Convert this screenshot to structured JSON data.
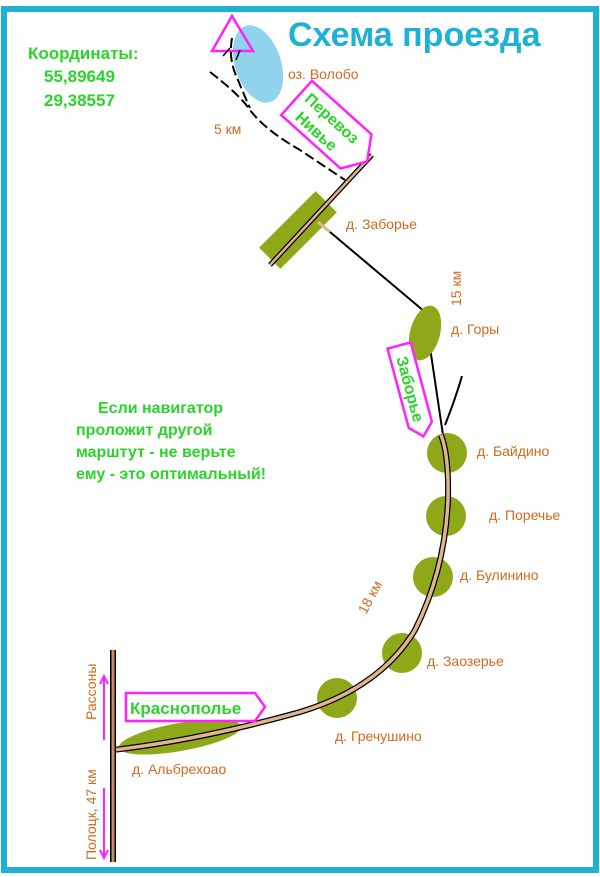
{
  "title": "Схема проезда",
  "coordinates": {
    "label": "Координаты:",
    "lat": "55,89649",
    "lon": "29,38557"
  },
  "places": {
    "lake": "оз. Волобо",
    "zaborye": "д. Заборье",
    "gory": "д. Горы",
    "baidino": "д. Байдино",
    "porechye": "д. Поречье",
    "bulinino": "д. Булинино",
    "zaozerye": "д. Заозерье",
    "grechushino": "д. Гречушино",
    "albrekhoao": "д. Альбрехоао"
  },
  "distances": {
    "d5": "5 км",
    "d15": "15 км",
    "d18": "18 км"
  },
  "signs": {
    "perevoz_line1": "Перевоз",
    "perevoz_line2": "Нивье",
    "zaborye": "Заборье",
    "krasnopolye": "Краснополье"
  },
  "directions": {
    "rassony": "Рассоны",
    "polotsk": "Полоцк, 47 км"
  },
  "note": {
    "line1": "Если навигатор",
    "line2": "проложит другой",
    "line3": "марштут - не верьте",
    "line4": "ему - это оптимальный!"
  },
  "colors": {
    "frame": "#1fb0d8",
    "village": "#8fa81a",
    "sign": "#ff22ff",
    "green_text": "#2bd42b",
    "label": "#d2691e",
    "road": "#e0b48c",
    "lake": "#8fd3ec"
  }
}
